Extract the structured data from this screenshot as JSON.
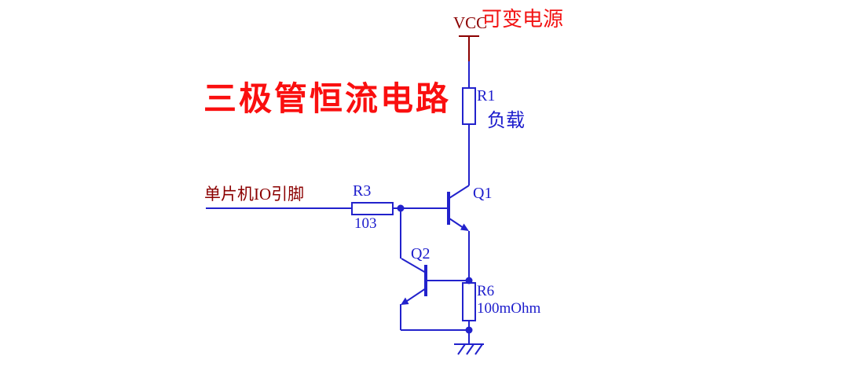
{
  "page": {
    "background": "#ffffff"
  },
  "circuit": {
    "title": "三极管恒流电路",
    "power_rail": {
      "name": "VCC",
      "description": "可变电源"
    },
    "input": {
      "net_label": "单片机IO引脚"
    },
    "components": {
      "r1": {
        "ref": "R1",
        "annotation": "负载",
        "type": "resistor"
      },
      "r3": {
        "ref": "R3",
        "value": "103",
        "type": "resistor"
      },
      "q1": {
        "ref": "Q1",
        "type": "npn-transistor"
      },
      "q2": {
        "ref": "Q2",
        "type": "npn-transistor"
      },
      "r6": {
        "ref": "R6",
        "value": "100mOhm",
        "type": "resistor"
      },
      "gnd": {
        "type": "ground"
      }
    },
    "colors": {
      "wire": "#2222cc",
      "component_text": "#1c1ccc",
      "title": "#fa0f0f",
      "power_note": "#f21414",
      "net_label": "#8b0000"
    }
  }
}
